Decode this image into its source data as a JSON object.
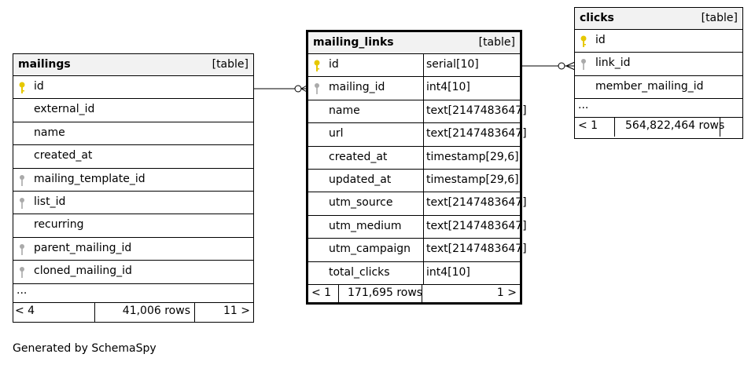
{
  "tables": {
    "mailings": {
      "name": "mailings",
      "kind": "[table]",
      "columns": [
        "id",
        "external_id",
        "name",
        "created_at",
        "mailing_template_id",
        "list_id",
        "recurring",
        "parent_mailing_id",
        "cloned_mailing_id"
      ],
      "ellipsis": "...",
      "footer": {
        "left": "< 4",
        "rows": "41,006 rows",
        "right": "11 >"
      }
    },
    "mailing_links": {
      "name": "mailing_links",
      "kind": "[table]",
      "columns": [
        {
          "name": "id",
          "type": "serial[10]"
        },
        {
          "name": "mailing_id",
          "type": "int4[10]"
        },
        {
          "name": "name",
          "type": "text[2147483647]"
        },
        {
          "name": "url",
          "type": "text[2147483647]"
        },
        {
          "name": "created_at",
          "type": "timestamp[29,6]"
        },
        {
          "name": "updated_at",
          "type": "timestamp[29,6]"
        },
        {
          "name": "utm_source",
          "type": "text[2147483647]"
        },
        {
          "name": "utm_medium",
          "type": "text[2147483647]"
        },
        {
          "name": "utm_campaign",
          "type": "text[2147483647]"
        },
        {
          "name": "total_clicks",
          "type": "int4[10]"
        }
      ],
      "footer": {
        "left": "< 1",
        "rows": "171,695 rows",
        "right": "1 >"
      }
    },
    "clicks": {
      "name": "clicks",
      "kind": "[table]",
      "columns": [
        "id",
        "link_id",
        "member_mailing_id"
      ],
      "ellipsis": "...",
      "footer": {
        "left": "< 1",
        "rows": "564,822,464 rows"
      }
    }
  },
  "generated_by": "Generated by SchemaSpy",
  "colors": {
    "primary_key": "#e6c800",
    "foreign_key": "#aaaaaa"
  }
}
